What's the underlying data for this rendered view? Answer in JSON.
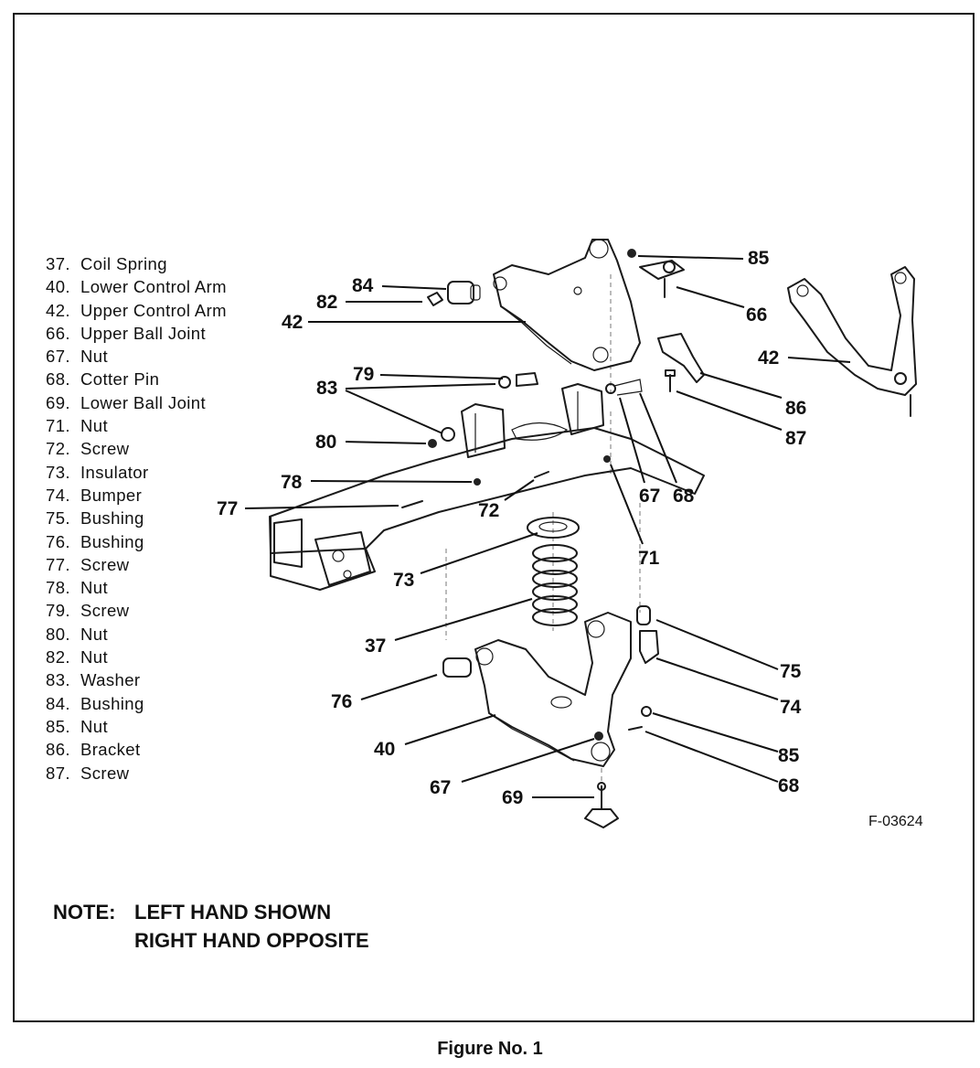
{
  "legend": [
    {
      "num": "37.",
      "label": "Coil Spring"
    },
    {
      "num": "40.",
      "label": "Lower Control Arm"
    },
    {
      "num": "42.",
      "label": "Upper Control Arm"
    },
    {
      "num": "66.",
      "label": "Upper Ball Joint"
    },
    {
      "num": "67.",
      "label": "Nut"
    },
    {
      "num": "68.",
      "label": "Cotter Pin"
    },
    {
      "num": "69.",
      "label": "Lower Ball Joint"
    },
    {
      "num": "71.",
      "label": "Nut"
    },
    {
      "num": "72.",
      "label": "Screw"
    },
    {
      "num": "73.",
      "label": "Insulator"
    },
    {
      "num": "74.",
      "label": "Bumper"
    },
    {
      "num": "75.",
      "label": "Bushing"
    },
    {
      "num": "76.",
      "label": "Bushing"
    },
    {
      "num": "77.",
      "label": "Screw"
    },
    {
      "num": "78.",
      "label": "Nut"
    },
    {
      "num": "79.",
      "label": "Screw"
    },
    {
      "num": "80.",
      "label": "Nut"
    },
    {
      "num": "82.",
      "label": "Nut"
    },
    {
      "num": "83.",
      "label": "Washer"
    },
    {
      "num": "84.",
      "label": "Bushing"
    },
    {
      "num": "85.",
      "label": "Nut"
    },
    {
      "num": "86.",
      "label": "Bracket"
    },
    {
      "num": "87.",
      "label": "Screw"
    }
  ],
  "callouts": {
    "c85a": "85",
    "c84": "84",
    "c82": "82",
    "c66": "66",
    "c42a": "42",
    "c42b": "42",
    "c79": "79",
    "c83": "83",
    "c86": "86",
    "c87": "87",
    "c80": "80",
    "c78": "78",
    "c67a": "67",
    "c68a": "68",
    "c77": "77",
    "c72": "72",
    "c71": "71",
    "c73": "73",
    "c37": "37",
    "c75": "75",
    "c74": "74",
    "c76": "76",
    "c40": "40",
    "c85b": "85",
    "c68b": "68",
    "c67b": "67",
    "c69": "69"
  },
  "figure_code": "F-03624",
  "note": {
    "label": "NOTE:",
    "line1": "LEFT HAND SHOWN",
    "line2": "RIGHT HAND OPPOSITE"
  },
  "caption": "Figure No. 1"
}
